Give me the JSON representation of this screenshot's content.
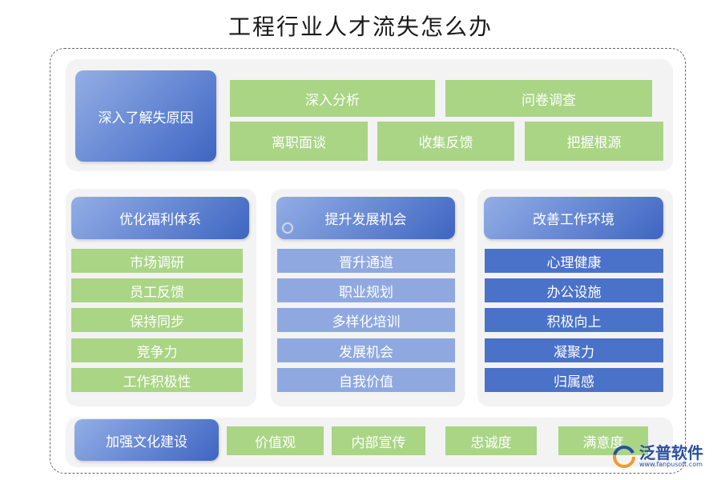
{
  "title": "工程行业人才流失怎么办",
  "section1": {
    "heading": "深入了解失原因",
    "row1": [
      "深入分析",
      "问卷调查"
    ],
    "row2": [
      "离职面谈",
      "收集反馈",
      "把握根源"
    ]
  },
  "columns": [
    {
      "heading": "优化福利体系",
      "items": [
        "市场调研",
        "员工反馈",
        "保持同步",
        "竞争力",
        "工作积极性"
      ]
    },
    {
      "heading": "提升发展机会",
      "items": [
        "晋升通道",
        "职业规划",
        "多样化培训",
        "发展机会",
        "自我价值"
      ]
    },
    {
      "heading": "改善工作环境",
      "items": [
        "心理健康",
        "办公设施",
        "积极向上",
        "凝聚力",
        "归属感"
      ]
    }
  ],
  "section3": {
    "heading": "加强文化建设",
    "items": [
      "价值观",
      "内部宣传",
      "忠诚度",
      "满意度"
    ]
  },
  "logo": {
    "name": "泛普软件",
    "url": "www.fanpusoft.com",
    "mark_icon": "fanpu-logo-icon"
  },
  "colors": {
    "green": "#a9d585",
    "light_blue": "#8fa9e0",
    "dark_blue": "#4a72c9",
    "panel": "#f3f3f3"
  }
}
